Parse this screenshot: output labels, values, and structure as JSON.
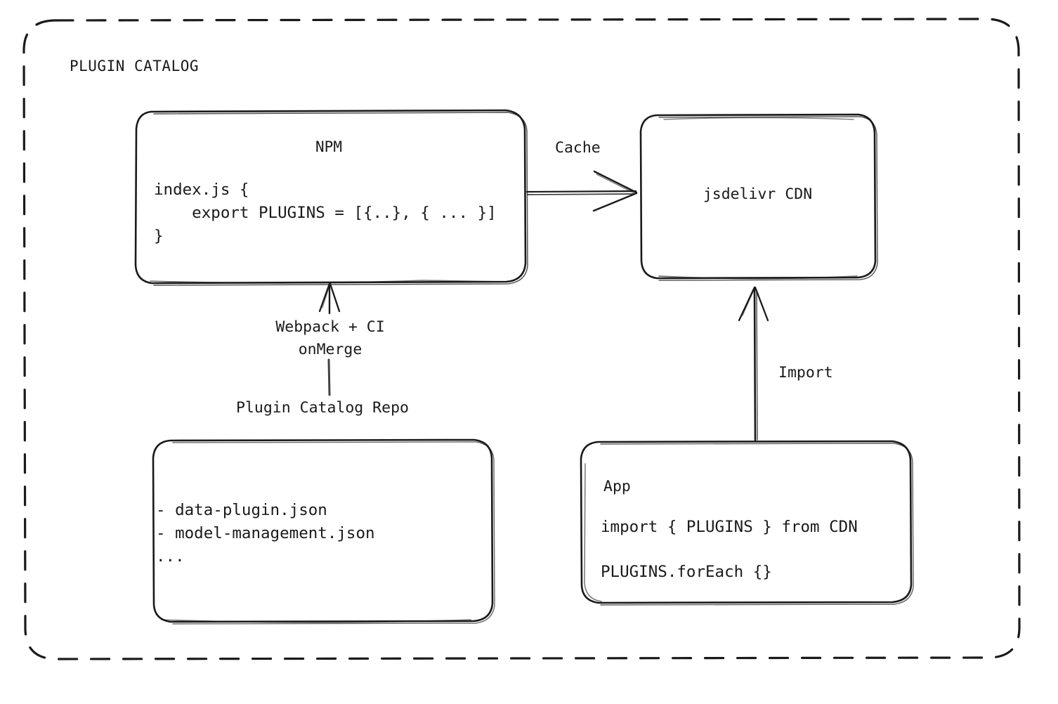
{
  "diagram": {
    "title": "PLUGIN CATALOG",
    "background_color": "#ffffff",
    "stroke_color": "#1a1a1a",
    "text_color": "#1a1a1a",
    "outer_frame": {
      "style": "dashed",
      "shape": "rounded-rectangle"
    }
  },
  "nodes": {
    "npm": {
      "title": "NPM",
      "code_lines": [
        "index.js {",
        "    export PLUGINS = [{..}, { ... }]",
        "}"
      ],
      "code_text": "index.js {\n    export PLUGINS = [{..}, { ... }]\n}"
    },
    "cdn": {
      "title": "jsdelivr CDN"
    },
    "repo": {
      "caption": "Plugin Catalog Repo",
      "items": [
        "- data-plugin.json",
        "- model-management.json",
        "..."
      ],
      "items_text": "- data-plugin.json\n- model-management.json\n..."
    },
    "app": {
      "title": "App",
      "line1": "import { PLUGINS } from CDN",
      "line2": "PLUGINS.forEach {}"
    }
  },
  "edges": {
    "cache": {
      "label": "Cache",
      "from": "npm",
      "to": "cdn",
      "direction": "right"
    },
    "build": {
      "label": "Webpack + CI\nonMerge",
      "label_line1": "Webpack + CI",
      "label_line2": "onMerge",
      "from": "repo",
      "to": "npm",
      "direction": "up"
    },
    "import": {
      "label": "Import",
      "from": "app",
      "to": "cdn",
      "direction": "up"
    }
  }
}
